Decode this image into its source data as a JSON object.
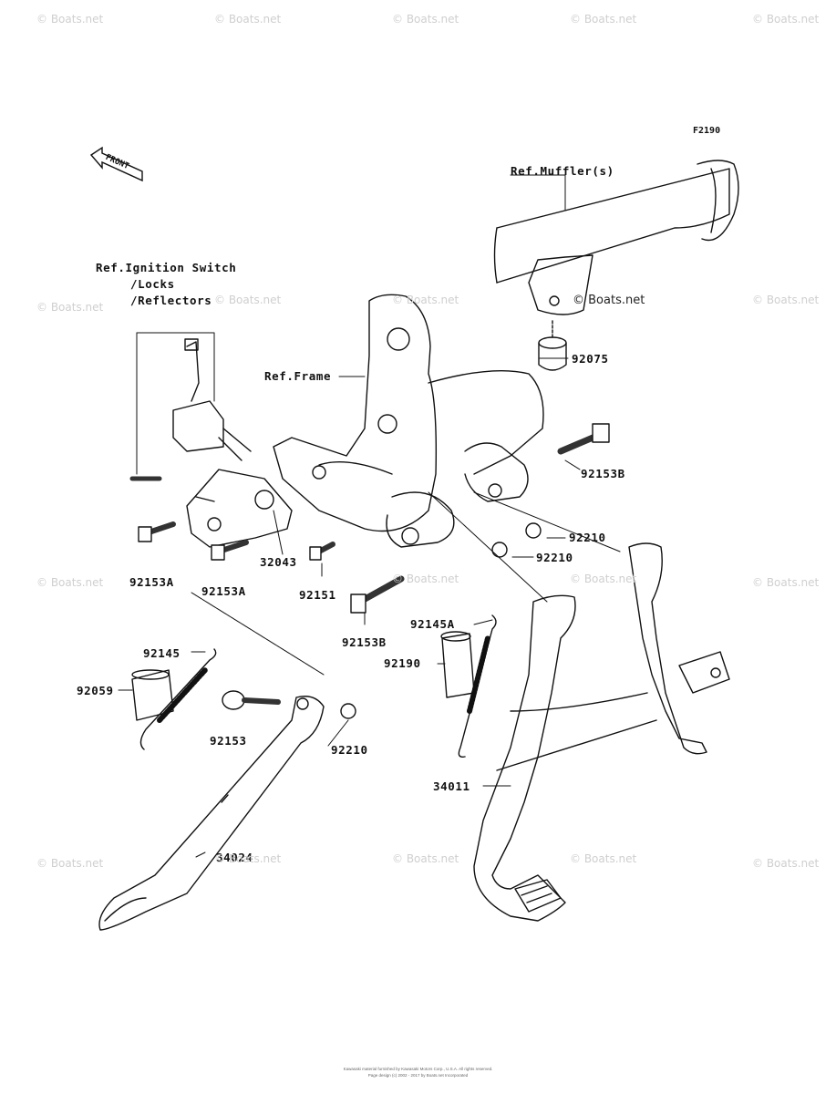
{
  "figure_code": "F2190",
  "front_arrow_label": "FRONT",
  "watermark_text": "© Boats.net",
  "references": {
    "muffler": "Ref.Muffler(s)",
    "ignition_line1": "Ref.Ignition Switch",
    "ignition_line2": "/Locks",
    "ignition_line3": "/Reflectors",
    "frame": "Ref.Frame"
  },
  "parts": {
    "p92075": "92075",
    "p92153B_upper": "92153B",
    "p92210_upper": "92210",
    "p92210_lower": "92210",
    "p32043": "32043",
    "p92153A_left": "92153A",
    "p92153A_mid": "92153A",
    "p92151": "92151",
    "p92153B_lower": "92153B",
    "p92145A": "92145A",
    "p92190": "92190",
    "p92145": "92145",
    "p92059": "92059",
    "p92153": "92153",
    "p92210_small": "92210",
    "p34011": "34011",
    "p34024": "34024"
  },
  "footer": {
    "line1": "Kawasaki material furnished by Kawasaki Motors Corp., U.S.A. All rights reserved.",
    "line2": "Page design (c) 2002 - 2017 by Boats.net Incorporated"
  }
}
